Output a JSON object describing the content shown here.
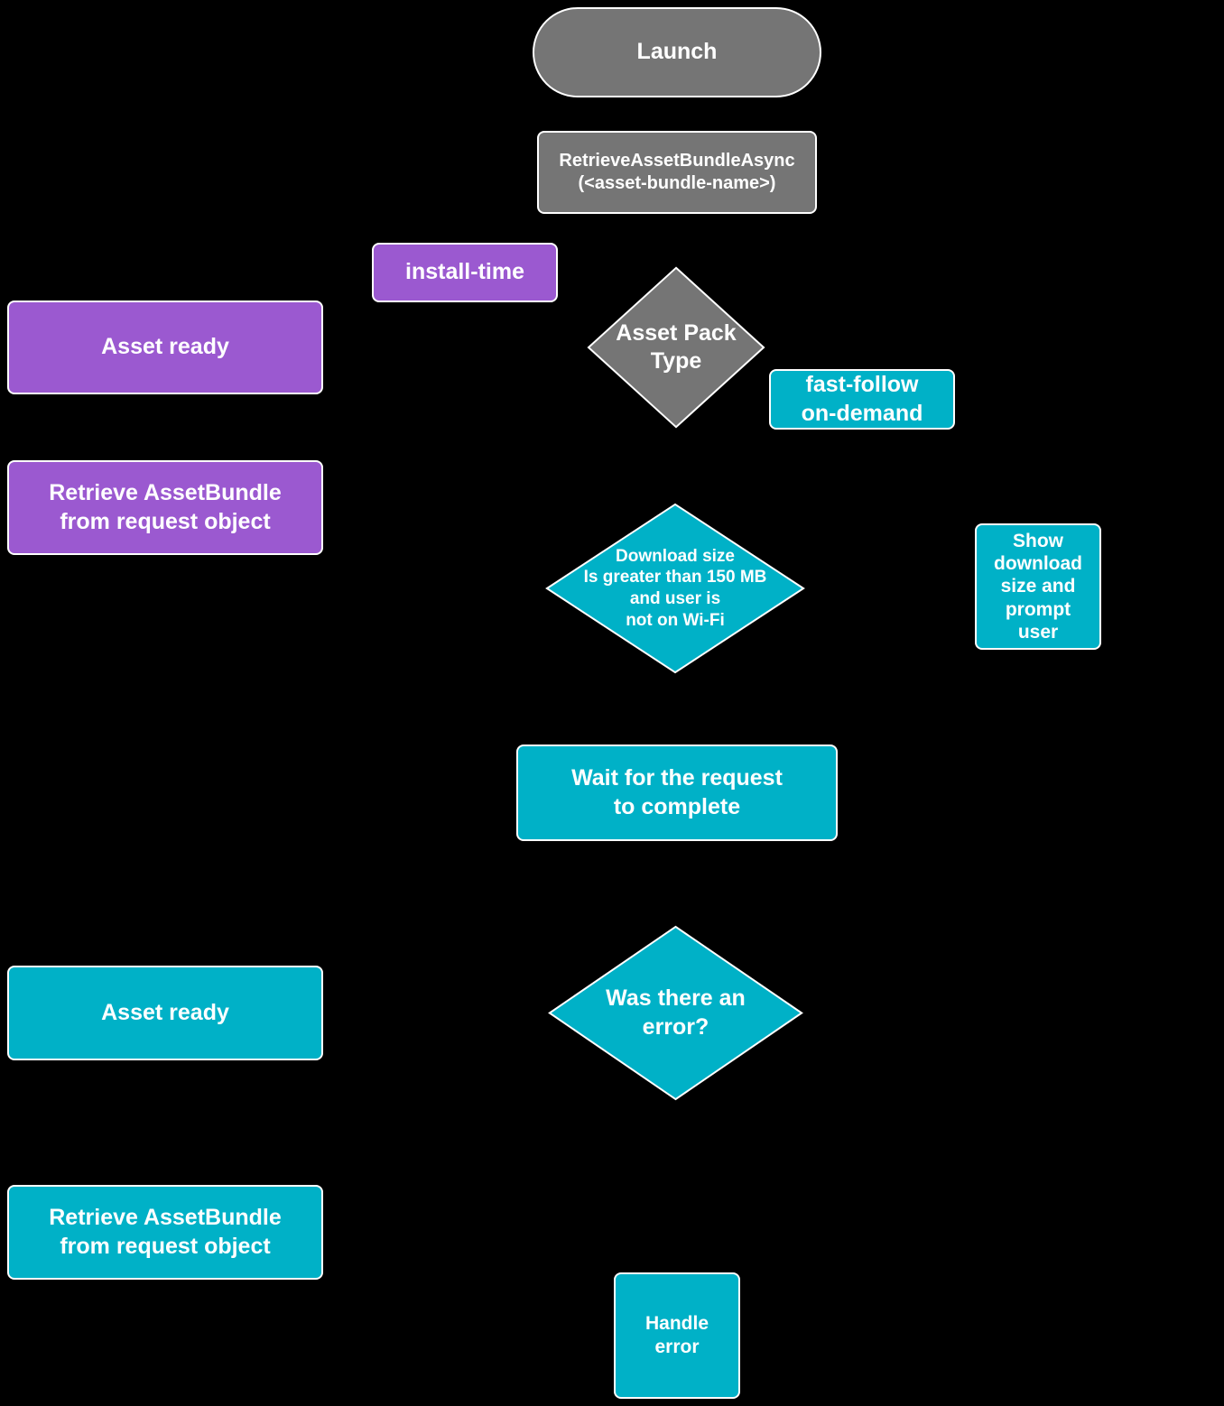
{
  "colors": {
    "background": "#000000",
    "gray": "#757575",
    "purple": "#9b59d0",
    "teal": "#00b1c7",
    "border": "#ffffff",
    "text": "#ffffff"
  },
  "nodes": {
    "launch": {
      "label": "Launch",
      "shape": "pill",
      "color": "gray"
    },
    "retrieve_async": {
      "label": "RetrieveAssetBundleAsync\n(<asset-bundle-name>)",
      "shape": "box",
      "color": "gray"
    },
    "install_time": {
      "label": "install-time",
      "shape": "box",
      "color": "purple"
    },
    "asset_pack_type": {
      "label": "Asset Pack\nType",
      "shape": "diamond",
      "color": "gray"
    },
    "fast_follow": {
      "label": "fast-follow\non-demand",
      "shape": "box",
      "color": "teal"
    },
    "asset_ready_install": {
      "label": "Asset ready",
      "shape": "box",
      "color": "purple"
    },
    "retrieve_install": {
      "label": "Retrieve AssetBundle\nfrom request object",
      "shape": "box",
      "color": "purple"
    },
    "download_size": {
      "label": "Download size\nIs greater than 150 MB\nand user is\nnot on Wi-Fi",
      "shape": "diamond",
      "color": "teal"
    },
    "show_download": {
      "label": "Show\ndownload\nsize and\nprompt\nuser",
      "shape": "box",
      "color": "teal"
    },
    "wait_request": {
      "label": "Wait for the request\nto complete",
      "shape": "box",
      "color": "teal"
    },
    "was_error": {
      "label": "Was there an\nerror?",
      "shape": "diamond",
      "color": "teal"
    },
    "asset_ready_ondemand": {
      "label": "Asset ready",
      "shape": "box",
      "color": "teal"
    },
    "retrieve_ondemand": {
      "label": "Retrieve AssetBundle\nfrom request object",
      "shape": "box",
      "color": "teal"
    },
    "handle_error": {
      "label": "Handle\nerror",
      "shape": "box",
      "color": "teal"
    }
  }
}
